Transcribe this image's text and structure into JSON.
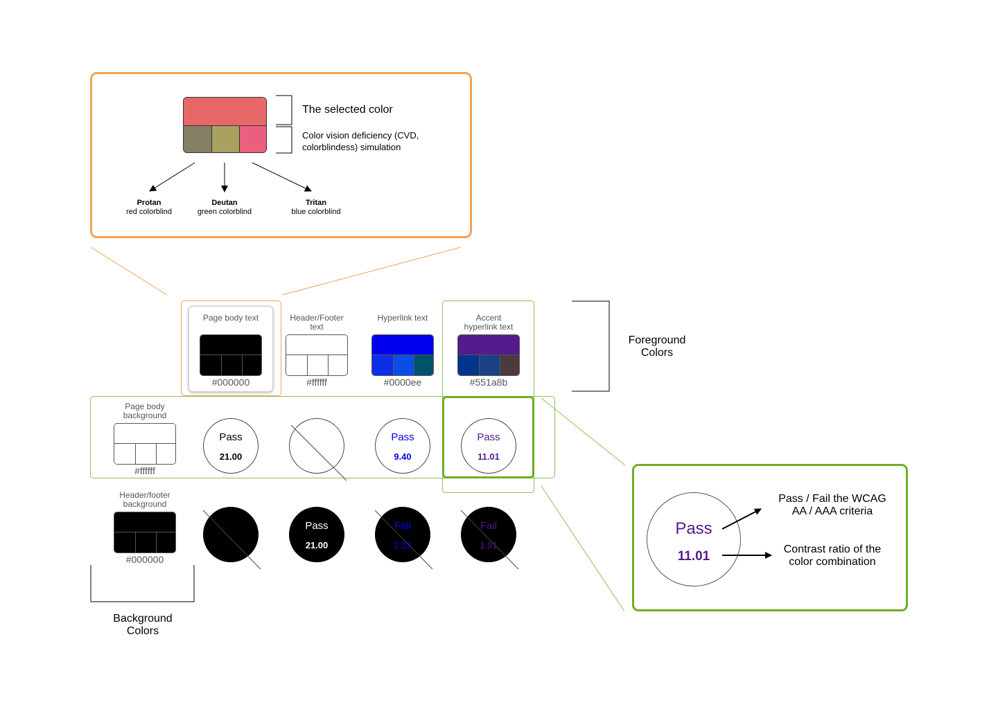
{
  "cvd_panel": {
    "selected_color_label": "The selected color",
    "cvd_label_line1": "Color vision deficiency (CVD,",
    "cvd_label_line2": "colorblindess) simulation",
    "selected_color": "#e86868",
    "cvd_colors": [
      "#858064",
      "#a9a160",
      "#ea5f7e"
    ],
    "types": [
      {
        "name": "Protan",
        "desc": "red colorblind"
      },
      {
        "name": "Deutan",
        "desc": "green colorblind"
      },
      {
        "name": "Tritan",
        "desc": "blue colorblind"
      }
    ]
  },
  "foreground": {
    "group_label_line1": "Foreground",
    "group_label_line2": "Colors",
    "items": [
      {
        "label_line1": "Page body text",
        "label_line2": "",
        "hex": "#000000",
        "color": "#000000",
        "cvd": [
          "#000000",
          "#000000",
          "#000000"
        ]
      },
      {
        "label_line1": "Header/Footer",
        "label_line2": "text",
        "hex": "#ffffff",
        "color": "#ffffff",
        "cvd": [
          "#ffffff",
          "#ffffff",
          "#ffffff"
        ]
      },
      {
        "label_line1": "Hyperlink text",
        "label_line2": "",
        "hex": "#0000ee",
        "color": "#0000ee",
        "cvd": [
          "#0c2ee6",
          "#0b4de8",
          "#00516a"
        ]
      },
      {
        "label_line1": "Accent",
        "label_line2": "hyperlink text",
        "hex": "#551a8b",
        "color": "#551a8b",
        "cvd": [
          "#00358c",
          "#1a4185",
          "#4b3b3c"
        ]
      }
    ]
  },
  "background": {
    "group_label_line1": "Background",
    "group_label_line2": "Colors",
    "items": [
      {
        "label_line1": "Page body",
        "label_line2": "background",
        "hex": "#ffffff",
        "color": "#ffffff",
        "cvd": [
          "#ffffff",
          "#ffffff",
          "#ffffff"
        ]
      },
      {
        "label_line1": "Header/footer",
        "label_line2": "background",
        "hex": "#000000",
        "color": "#000000",
        "cvd": [
          "#000000",
          "#000000",
          "#000000"
        ]
      }
    ]
  },
  "results": {
    "row_white": [
      {
        "status": "Pass",
        "ratio": "21.00",
        "text_color": "#000000",
        "na": false
      },
      {
        "status": "",
        "ratio": "",
        "text_color": "#000000",
        "na": true
      },
      {
        "status": "Pass",
        "ratio": "9.40",
        "text_color": "#0000ee",
        "na": false
      },
      {
        "status": "Pass",
        "ratio": "11.01",
        "text_color": "#551a8b",
        "na": false
      }
    ],
    "row_black": [
      {
        "status": "",
        "ratio": "",
        "text_color": "#000000",
        "na": true
      },
      {
        "status": "Pass",
        "ratio": "21.00",
        "text_color": "#ffffff",
        "na": false
      },
      {
        "status": "Fail",
        "ratio": "2.23",
        "text_color": "#0000ee",
        "na": false,
        "struck": true
      },
      {
        "status": "Fail",
        "ratio": "1.91",
        "text_color": "#551a8b",
        "na": false,
        "struck": true
      }
    ]
  },
  "result_panel": {
    "status": "Pass",
    "ratio": "11.01",
    "status_desc_line1": "Pass / Fail the WCAG",
    "status_desc_line2": "AA / AAA criteria",
    "ratio_desc_line1": "Contrast ratio of the",
    "ratio_desc_line2": "color combination",
    "accent": "#551a8b"
  },
  "colors": {
    "orange": "#f2a250",
    "green": "#8cc152",
    "green_strong": "#6fae22"
  }
}
